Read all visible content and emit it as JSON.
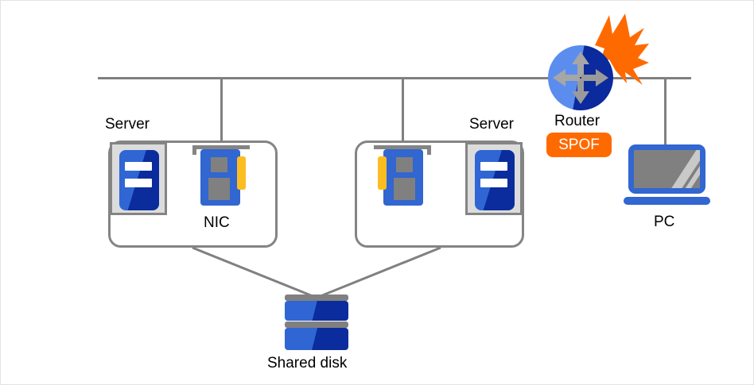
{
  "diagram": {
    "title_labels": {
      "server_left": "Server",
      "server_right": "Server",
      "nic": "NIC",
      "router": "Router",
      "spof": "SPOF",
      "pc": "PC",
      "shared_disk": "Shared disk"
    },
    "colors": {
      "link_gray": "#808080",
      "box_border": "#848484",
      "blue_light": "#3266d0",
      "blue_mid": "#2f66d4",
      "blue_dark": "#0b2c9c",
      "router_light": "#5b8def",
      "router_dark": "#0a2a9e",
      "accent_orange": "#ff6a00",
      "nic_connector": "#fcbd21",
      "tower_case": "#dcdcdc",
      "screen_gray": "#808080",
      "canvas_border": "#e3e3e3",
      "text": "#000000",
      "badge_text": "#ffffff"
    },
    "icons": {
      "router": "router-icon",
      "spark": "lightning-burst-icon",
      "pc": "laptop-icon",
      "disk": "shared-disk-icon",
      "nic": "network-card-icon",
      "tower": "server-tower-icon"
    },
    "nodes": [
      {
        "name": "server-left",
        "label": "Server",
        "has_nic_label": true
      },
      {
        "name": "server-right",
        "label": "Server",
        "has_nic_label": false
      },
      {
        "name": "router",
        "label": "Router",
        "badge": "SPOF",
        "failure_point": true
      },
      {
        "name": "pc",
        "label": "PC"
      },
      {
        "name": "shared-disk",
        "label": "Shared disk"
      }
    ]
  }
}
